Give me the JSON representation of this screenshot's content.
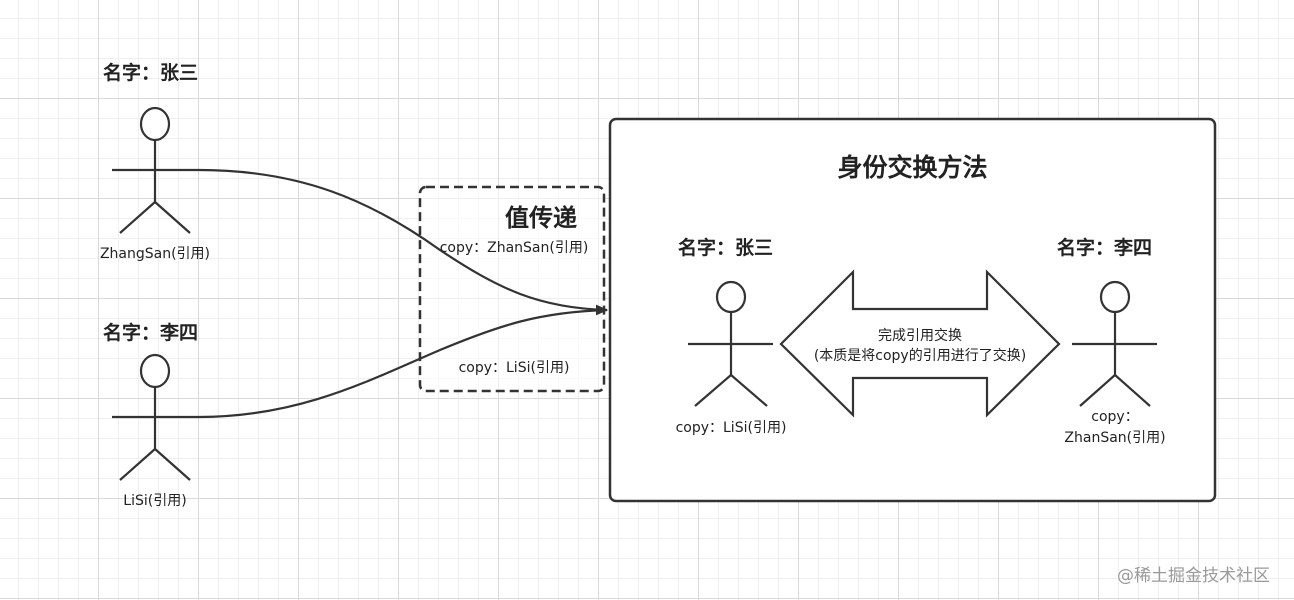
{
  "left": {
    "zhangsan": {
      "name": "名字：张三",
      "label": "ZhangSan(引用)"
    },
    "lisi": {
      "name": "名字：李四",
      "label": "LiSi(引用)"
    }
  },
  "pass_box": {
    "title": "值传递",
    "copy_zhangsan": "copy：ZhanSan(引用)",
    "copy_lisi": "copy：LiSi(引用)"
  },
  "method_box": {
    "title": "身份交换方法",
    "left_person": {
      "name": "名字：张三",
      "label": "copy：LiSi(引用)"
    },
    "right_person": {
      "name": "名字：李四",
      "label_line1": "copy：",
      "label_line2": "ZhanSan(引用)"
    },
    "arrow_line1": "完成引用交换",
    "arrow_line2": "(本质是将copy的引用进行了交换)"
  },
  "watermark": "@稀土掘金技术社区"
}
